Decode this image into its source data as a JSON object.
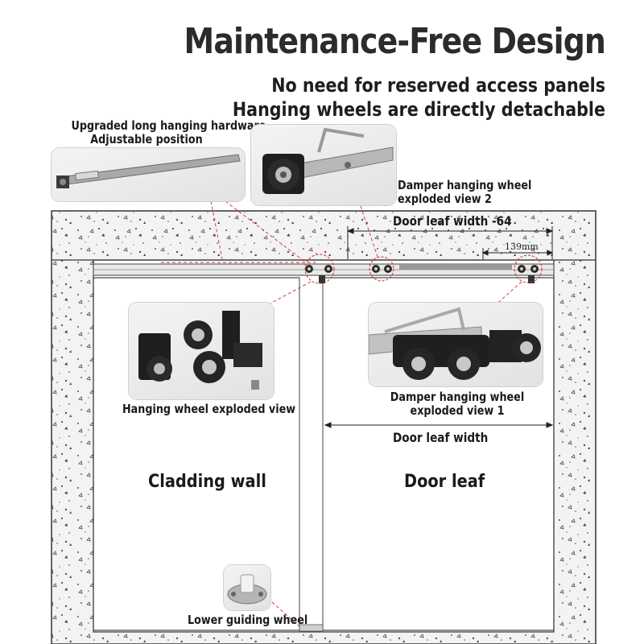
{
  "title": "Maintenance-Free Design",
  "subtitle": {
    "line1": "No need for reserved access panels",
    "line2": "Hanging wheels are directly detachable"
  },
  "callouts": {
    "long_hardware": {
      "line1": "Upgraded long hanging hardware",
      "line2": "Adjustable position"
    },
    "damper_view_2": {
      "line1": "Damper hanging wheel",
      "line2": "exploded view 2"
    },
    "hanging_wheel_exploded": "Hanging wheel exploded view",
    "damper_view_1": {
      "line1": "Damper hanging wheel",
      "line2": "exploded view 1"
    },
    "lower_guiding_wheel": "Lower guiding wheel"
  },
  "dimensions": {
    "door_leaf_width_minus": "Door leaf width -64",
    "offset_mm": "139mm",
    "door_leaf_width": "Door leaf width"
  },
  "areas": {
    "cladding_wall": "Cladding wall",
    "door_leaf": "Door leaf"
  },
  "colors": {
    "leader_line": "#d22b2b",
    "outline": "#333333",
    "concrete_dots": "#555555"
  }
}
